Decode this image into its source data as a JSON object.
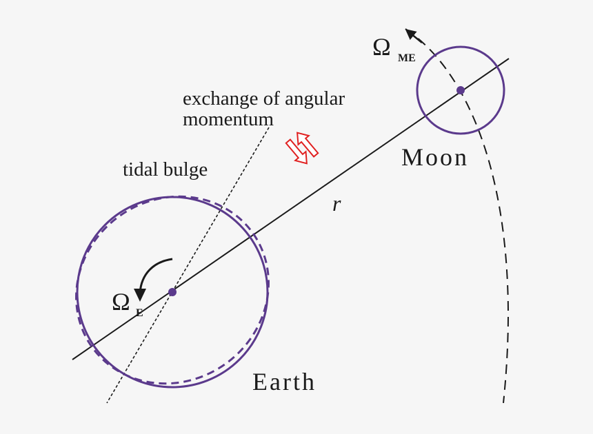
{
  "labels": {
    "exchange_line1": "exchange of angular",
    "exchange_line2": "momentum",
    "tidal_bulge": "tidal bulge",
    "earth": "Earth",
    "moon": "Moon",
    "distance": "r",
    "omega_symbol": "Ω",
    "omega_me_sub": "ME",
    "omega_e_sub": "E"
  },
  "colors": {
    "body_outline": "#5b3a8c",
    "arrow_exchange": "#e02020",
    "ink": "#1a1a1a",
    "background": "#f6f6f6"
  },
  "icons": {
    "exchange": "double-arrow-icon",
    "earth_rotation": "curved-arrow-icon",
    "moon_orbit": "arrow-icon"
  }
}
